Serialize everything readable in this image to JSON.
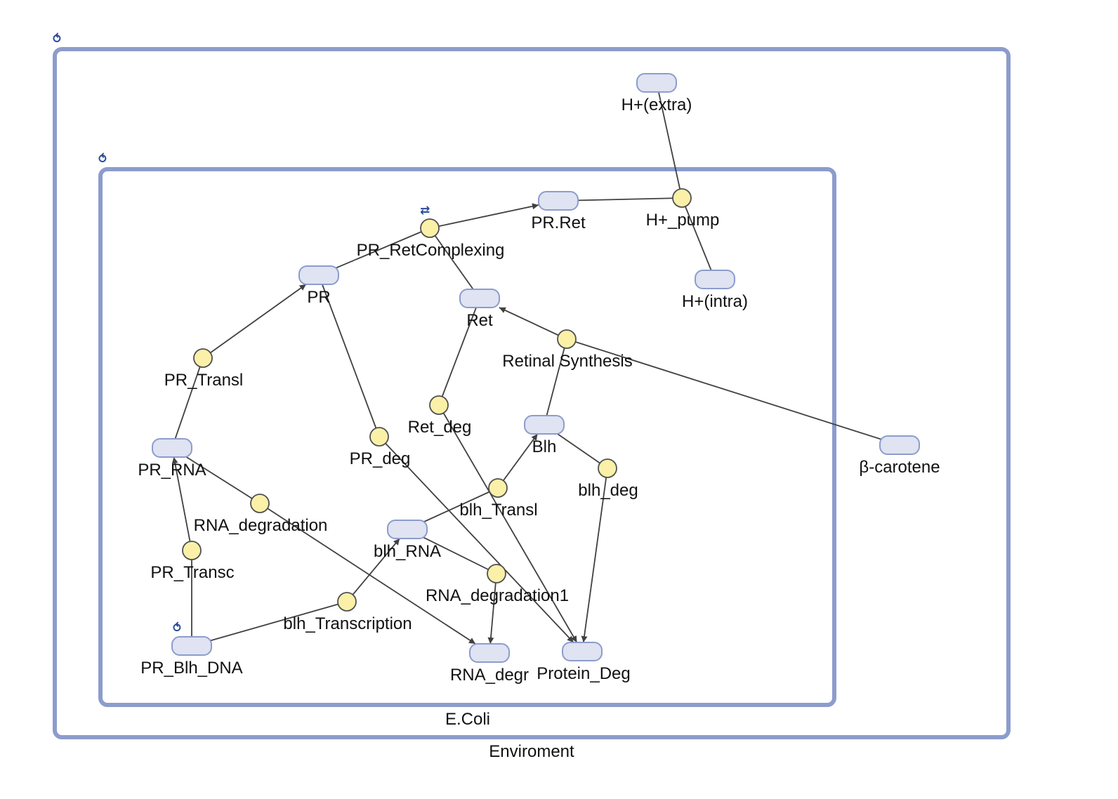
{
  "compartments": [
    {
      "id": "env",
      "label": "Enviroment",
      "icon": "cycle-arrow-icon"
    },
    {
      "id": "ecoli",
      "label": "E.Coli",
      "icon": "cycle-arrow-icon"
    }
  ],
  "species": [
    {
      "id": "h_extra",
      "label": "H+(extra)"
    },
    {
      "id": "pr_ret",
      "label": "PR.Ret"
    },
    {
      "id": "h_intra",
      "label": "H+(intra)"
    },
    {
      "id": "pr",
      "label": "PR"
    },
    {
      "id": "ret",
      "label": "Ret"
    },
    {
      "id": "blh",
      "label": "Blh"
    },
    {
      "id": "beta",
      "label": "β-carotene"
    },
    {
      "id": "pr_rna",
      "label": "PR_RNA"
    },
    {
      "id": "blh_rna",
      "label": "blh_RNA"
    },
    {
      "id": "pr_blh_dna",
      "label": "PR_Blh_DNA",
      "icon": "cycle-arrow-icon"
    },
    {
      "id": "rna_degr",
      "label": "RNA_degr"
    },
    {
      "id": "protein_deg",
      "label": "Protein_Deg"
    }
  ],
  "reactions": [
    {
      "id": "h_pump",
      "label": "H+_pump"
    },
    {
      "id": "pr_retcomplexing",
      "label": "PR_RetComplexing",
      "icon": "reversible-arrows-icon"
    },
    {
      "id": "retinal_synthesis",
      "label": "Retinal Synthesis"
    },
    {
      "id": "pr_transl",
      "label": "PR_Transl"
    },
    {
      "id": "pr_deg",
      "label": "PR_deg"
    },
    {
      "id": "ret_deg",
      "label": "Ret_deg"
    },
    {
      "id": "blh_deg",
      "label": "blh_deg"
    },
    {
      "id": "blh_transl",
      "label": "blh_Transl"
    },
    {
      "id": "rna_degradation",
      "label": "RNA_degradation"
    },
    {
      "id": "pr_transc",
      "label": "PR_Transc"
    },
    {
      "id": "rna_degradation1",
      "label": "RNA_degradation1"
    },
    {
      "id": "blh_transcription",
      "label": "blh_Transcription"
    }
  ],
  "edges": [
    {
      "id": "e1",
      "from": "h_extra",
      "to": "h_pump",
      "arrow": false
    },
    {
      "id": "e2",
      "from": "h_pump",
      "to": "h_intra",
      "arrow": false
    },
    {
      "id": "e3",
      "from": "pr_ret",
      "to": "h_pump",
      "arrow": false
    },
    {
      "id": "e4",
      "from": "pr_retcomplexing",
      "to": "pr_ret",
      "arrow": true
    },
    {
      "id": "e5",
      "from": "pr",
      "to": "pr_retcomplexing",
      "arrow": false
    },
    {
      "id": "e6",
      "from": "ret",
      "to": "pr_retcomplexing",
      "arrow": false
    },
    {
      "id": "e7",
      "from": "retinal_synthesis",
      "to": "ret",
      "arrow": true
    },
    {
      "id": "e8",
      "from": "blh",
      "to": "retinal_synthesis",
      "arrow": false
    },
    {
      "id": "e9",
      "from": "beta",
      "to": "retinal_synthesis",
      "arrow": false
    },
    {
      "id": "e10",
      "from": "pr_transl",
      "to": "pr",
      "arrow": true
    },
    {
      "id": "e11",
      "from": "pr_rna",
      "to": "pr_transl",
      "arrow": false
    },
    {
      "id": "e12",
      "from": "pr",
      "to": "pr_deg",
      "arrow": false
    },
    {
      "id": "e13",
      "from": "pr_deg",
      "to": "protein_deg",
      "arrow": true
    },
    {
      "id": "e14",
      "from": "ret",
      "to": "ret_deg",
      "arrow": false
    },
    {
      "id": "e15",
      "from": "ret_deg",
      "to": "protein_deg",
      "arrow": true
    },
    {
      "id": "e16",
      "from": "blh",
      "to": "blh_deg",
      "arrow": false
    },
    {
      "id": "e17",
      "from": "blh_deg",
      "to": "protein_deg",
      "arrow": true
    },
    {
      "id": "e18",
      "from": "blh_transl",
      "to": "blh",
      "arrow": true
    },
    {
      "id": "e19",
      "from": "blh_rna",
      "to": "blh_transl",
      "arrow": false
    },
    {
      "id": "e20",
      "from": "pr_rna",
      "to": "rna_degradation",
      "arrow": false
    },
    {
      "id": "e21",
      "from": "rna_degradation",
      "to": "rna_degr",
      "arrow": true
    },
    {
      "id": "e22",
      "from": "pr_transc",
      "to": "pr_rna",
      "arrow": true
    },
    {
      "id": "e23",
      "from": "pr_blh_dna",
      "to": "pr_transc",
      "arrow": false
    },
    {
      "id": "e24",
      "from": "blh_rna",
      "to": "rna_degradation1",
      "arrow": false
    },
    {
      "id": "e25",
      "from": "rna_degradation1",
      "to": "rna_degr",
      "arrow": true
    },
    {
      "id": "e26",
      "from": "pr_blh_dna",
      "to": "blh_transcription",
      "arrow": false
    },
    {
      "id": "e27",
      "from": "blh_transcription",
      "to": "blh_rna",
      "arrow": true
    }
  ]
}
